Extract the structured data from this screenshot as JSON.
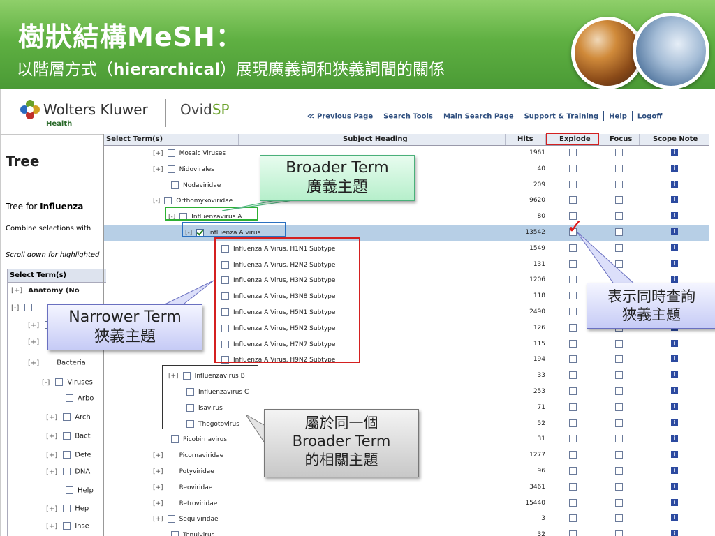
{
  "slide": {
    "title": "樹狀結構MeSH：",
    "subtitle_pre": "以階層方式（",
    "subtitle_bold": "hierarchical",
    "subtitle_post": "）展現廣義詞和狹義詞間的關係"
  },
  "ovid": {
    "brand": "Wolters Kluwer",
    "brand_sub": "Health",
    "product_pre": "Ovid",
    "product_sp": "SP",
    "nav": [
      "≪ Previous Page",
      "Search Tools",
      "Main Search Page",
      "Support & Training",
      "Help",
      "Logoff"
    ]
  },
  "left_panel": {
    "heading": "Tree",
    "tree_for_pre": "Tree for ",
    "tree_for_bold": "Influenza",
    "combine": "Combine selections with",
    "scroll": "Scroll down for highlighted",
    "table_head": "Select Term(s)",
    "rows": [
      {
        "toggle": "[+]",
        "label": "Anatomy (No",
        "bold": true
      },
      {
        "toggle": "[-]",
        "label": "",
        "bold": false
      },
      {
        "toggle": "[+]",
        "label": "",
        "bold": false
      },
      {
        "toggle": "[+]",
        "label": "",
        "bold": false
      },
      {
        "toggle": "[+]",
        "label": "Bacteria",
        "bold": false
      },
      {
        "toggle": "[-]",
        "label": "Viruses",
        "bold": false
      },
      {
        "toggle": "",
        "label": "Arbo",
        "bold": false
      },
      {
        "toggle": "[+]",
        "label": "Arch",
        "bold": false
      },
      {
        "toggle": "[+]",
        "label": "Bact",
        "bold": false
      },
      {
        "toggle": "[+]",
        "label": "Defe",
        "bold": false
      },
      {
        "toggle": "[+]",
        "label": "DNA",
        "bold": false
      },
      {
        "toggle": "",
        "label": "Help",
        "bold": false
      },
      {
        "toggle": "[+]",
        "label": "Hep",
        "bold": false
      },
      {
        "toggle": "[+]",
        "label": "Inse",
        "bold": false
      }
    ]
  },
  "table": {
    "headers": [
      "Select Term(s)",
      "Subject Heading",
      "Hits",
      "Explode",
      "Focus",
      "Scope Note"
    ],
    "rows": [
      {
        "toggle": "[+]",
        "term": "Mosaic Viruses",
        "hits": "1961",
        "indent": 70
      },
      {
        "toggle": "[+]",
        "term": "Nidovirales",
        "hits": "40",
        "indent": 70
      },
      {
        "toggle": "",
        "term": "Nodaviridae",
        "hits": "209",
        "indent": 96
      },
      {
        "toggle": "[-]",
        "term": "Orthomyxoviridae",
        "hits": "9620",
        "indent": 70
      },
      {
        "toggle": "[-]",
        "term": "Influenzavirus A",
        "hits": "80",
        "indent": 92
      },
      {
        "toggle": "[-]",
        "term": "Influenza A virus",
        "hits": "13542",
        "indent": 116,
        "checked": true
      },
      {
        "toggle": "",
        "term": "Influenza A Virus, H1N1 Subtype",
        "hits": "1549",
        "indent": 168
      },
      {
        "toggle": "",
        "term": "Influenza A Virus, H2N2 Subtype",
        "hits": "131",
        "indent": 168
      },
      {
        "toggle": "",
        "term": "Influenza A Virus, H3N2 Subtype",
        "hits": "1206",
        "indent": 168
      },
      {
        "toggle": "",
        "term": "Influenza A Virus, H3N8 Subtype",
        "hits": "118",
        "indent": 168
      },
      {
        "toggle": "",
        "term": "Influenza A Virus, H5N1 Subtype",
        "hits": "2490",
        "indent": 168
      },
      {
        "toggle": "",
        "term": "Influenza A Virus, H5N2 Subtype",
        "hits": "126",
        "indent": 168
      },
      {
        "toggle": "",
        "term": "Influenza A Virus, H7N7 Subtype",
        "hits": "115",
        "indent": 168
      },
      {
        "toggle": "",
        "term": "Influenza A Virus, H9N2 Subtype",
        "hits": "194",
        "indent": 168
      },
      {
        "toggle": "[+]",
        "term": "Influenzavirus B",
        "hits": "33",
        "indent": 92
      },
      {
        "toggle": "",
        "term": "Influenzavirus C",
        "hits": "253",
        "indent": 118
      },
      {
        "toggle": "",
        "term": "Isavirus",
        "hits": "71",
        "indent": 118
      },
      {
        "toggle": "",
        "term": "Thogotovirus",
        "hits": "52",
        "indent": 118
      },
      {
        "toggle": "",
        "term": "Picobirnavirus",
        "hits": "31",
        "indent": 96
      },
      {
        "toggle": "[+]",
        "term": "Picornaviridae",
        "hits": "1277",
        "indent": 70
      },
      {
        "toggle": "[+]",
        "term": "Potyviridae",
        "hits": "96",
        "indent": 70
      },
      {
        "toggle": "[+]",
        "term": "Reoviridae",
        "hits": "3461",
        "indent": 70
      },
      {
        "toggle": "[+]",
        "term": "Retroviridae",
        "hits": "15440",
        "indent": 70
      },
      {
        "toggle": "[+]",
        "term": "Sequiviridae",
        "hits": "3",
        "indent": 70
      },
      {
        "toggle": "",
        "term": "Tenuivirus",
        "hits": "32",
        "indent": 96
      }
    ]
  },
  "callouts": {
    "broader_en": "Broader Term",
    "broader_zh": "廣義主題",
    "narrower_en": "Narrower Term",
    "narrower_zh": "狹義主題",
    "explode_l1": "表示同時查詢",
    "explode_l2": "狹義主題",
    "related_l1": "屬於同一個",
    "related_l2": "Broader Term",
    "related_l3": "的相關主題"
  },
  "icons": {
    "scope": "info-icon",
    "check": "checkmark-icon"
  },
  "colors": {
    "header_green": "#5fb042",
    "annotation_red": "#d42020",
    "annotation_green": "#2db032",
    "annotation_blue": "#2a70c0",
    "selected_row": "#b7cfe6"
  }
}
